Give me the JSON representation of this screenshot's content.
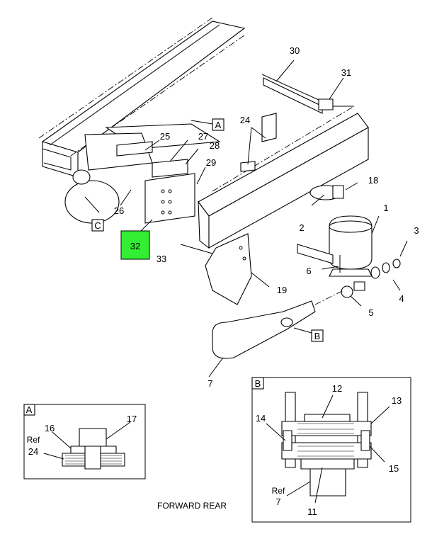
{
  "callouts": [
    "1",
    "2",
    "3",
    "4",
    "5",
    "6",
    "7",
    "11",
    "12",
    "13",
    "14",
    "15",
    "16",
    "17",
    "18",
    "19",
    "24",
    "25",
    "26",
    "27",
    "28",
    "29",
    "30",
    "31",
    "32",
    "33"
  ],
  "ref_labels": {
    "a_ref": "Ref",
    "a_ref_num": "24",
    "b_ref": "Ref",
    "b_ref_num": "7"
  },
  "view_markers": {
    "a": "A",
    "b": "B",
    "c": "C"
  },
  "detail_a_title": "A",
  "detail_b_title": "B",
  "caption": "FORWARD REAR",
  "highlight": {
    "label": "32",
    "color": "#33ee33"
  }
}
